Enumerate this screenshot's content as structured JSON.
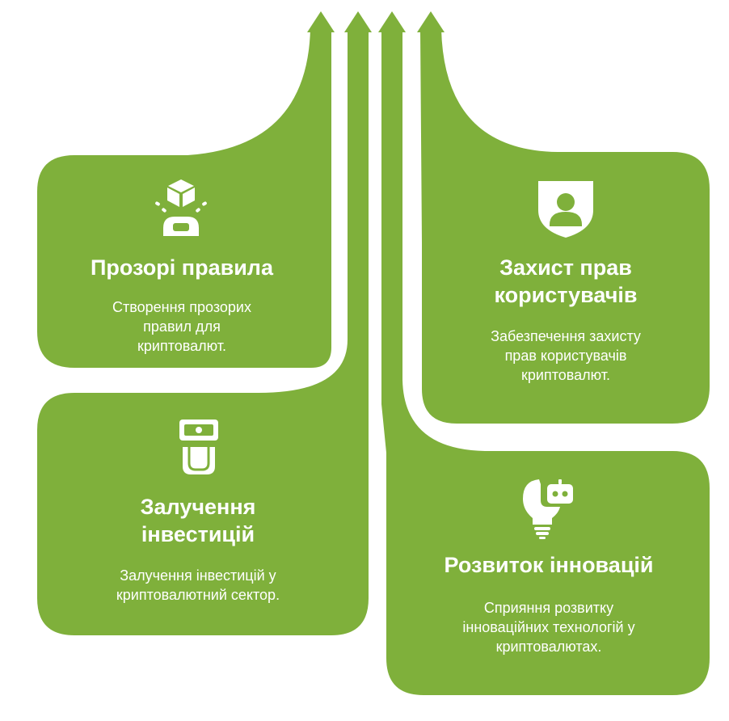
{
  "colors": {
    "accent": "#7fb03b",
    "background": "#ffffff",
    "text": "#ffffff"
  },
  "cards": [
    {
      "id": "transparent-rules",
      "icon": "cube-signal-icon",
      "title": "Прозорі правила",
      "description": "Створення прозорих правил для криптовалют."
    },
    {
      "id": "user-rights",
      "icon": "shield-user-icon",
      "title": "Захист прав користувачів",
      "description": "Забезпечення захисту прав користувачів криптовалют."
    },
    {
      "id": "investments",
      "icon": "atm-card-icon",
      "title": "Залучення інвестицій",
      "description": "Залучення інвестицій у криптовалютний сектор."
    },
    {
      "id": "innovation",
      "icon": "lightbulb-robot-icon",
      "title": "Розвиток інновацій",
      "description": "Сприяння розвитку інноваційних технологій у криптовалютах."
    }
  ]
}
